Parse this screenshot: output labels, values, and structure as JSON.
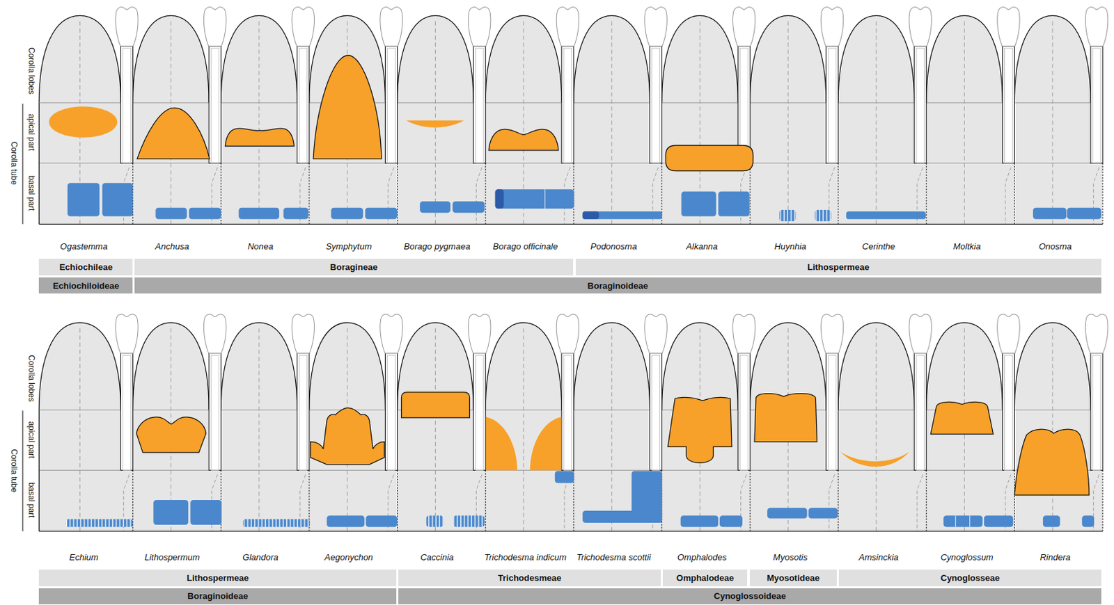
{
  "diagram": {
    "nodes": [
      {
        "text": [
          "Echiochileae"
        ]
      },
      {
        "text": [
          "Boragineae"
        ]
      },
      {
        "text": [
          "Lithospermeae"
        ]
      },
      {
        "text": [
          "Echiochiloideae"
        ]
      },
      {
        "text": [
          "Boraginoideae"
        ]
      },
      {
        "text": [
          "Lithospermeae"
        ]
      },
      {
        "text": [
          "Trichodesmeae"
        ]
      },
      {
        "text": [
          "Omphalodeae"
        ]
      },
      {
        "text": [
          "Myosotideae"
        ]
      },
      {
        "text": [
          "Cynoglosseae"
        ]
      },
      {
        "text": [
          "Boraginoideae"
        ]
      },
      {
        "text": [
          "Cynoglossoideae"
        ]
      }
    ],
    "labels": [
      "Corolla lobes",
      "apical part",
      "Corolla tube",
      "basal part",
      "Ogastemma",
      "Anchusa",
      "Nonea",
      "Symphytum",
      "Borago pygmaea",
      "Borago officinale",
      "Podonosma",
      "Alkanna",
      "Huynhia",
      "Cerinthe",
      "Moltkia",
      "Onosma",
      "Corolla lobes",
      "apical part",
      "Corolla tube",
      "basal part",
      "Echium",
      "Lithospermum",
      "Glandora",
      "Aegonychon",
      "Caccinia",
      "Trichodesma indicum",
      "Trichodesma scottii",
      "Omphalodes",
      "Myosotis",
      "Amsinckia",
      "Cynoglossum",
      "Rindera"
    ]
  }
}
